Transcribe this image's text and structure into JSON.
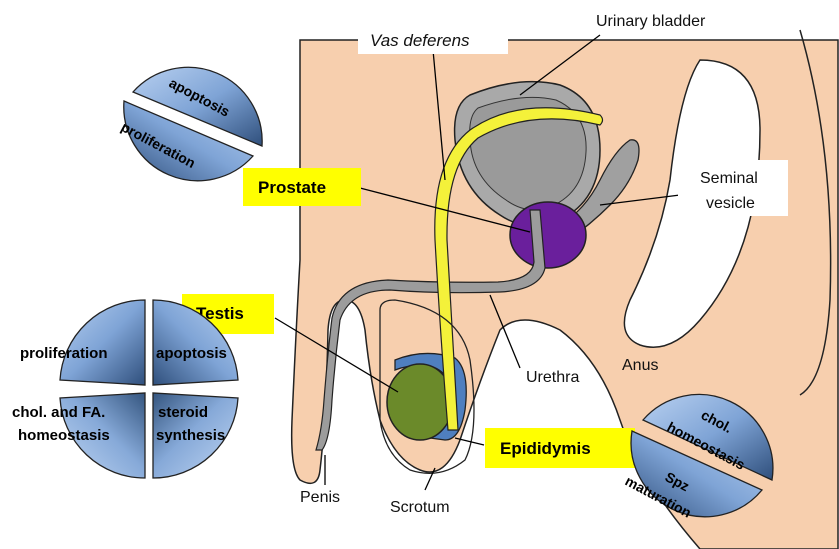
{
  "labels": {
    "urinary_bladder": "Urinary bladder",
    "vas_deferens": "Vas deferens",
    "seminal_vesicle_line1": "Seminal",
    "seminal_vesicle_line2": "vesicle",
    "urethra": "Urethra",
    "anus": "Anus",
    "penis": "Penis",
    "scrotum": "Scrotum"
  },
  "organs": {
    "prostate": "Prostate",
    "testis": "Testis",
    "epididymis": "Epididymis"
  },
  "prostate_circle": {
    "top": "apoptosis",
    "bottom": "proliferation"
  },
  "testis_circle": {
    "top_left": "proliferation",
    "top_right": "apoptosis",
    "bottom_left_line1": "chol. and FA.",
    "bottom_left_line2": "homeostasis",
    "bottom_right_line1": "steroid",
    "bottom_right_line2": "synthesis"
  },
  "epididymis_circle": {
    "top_line1": "chol.",
    "top_line2": "homeostasis",
    "bottom_line1": "Spz",
    "bottom_line2": "maturation"
  },
  "colors": {
    "skin": "#f7cfae",
    "bladder": "#a9a9a9",
    "prostate": "#6a1f9c",
    "testis": "#6b8a2a",
    "epididymis": "#4f7fbf",
    "vas_deferens": "#f4f13a",
    "highlight": "#ffff00",
    "circle_light": "#8fb3e3",
    "circle_dark": "#3d5f8f"
  }
}
